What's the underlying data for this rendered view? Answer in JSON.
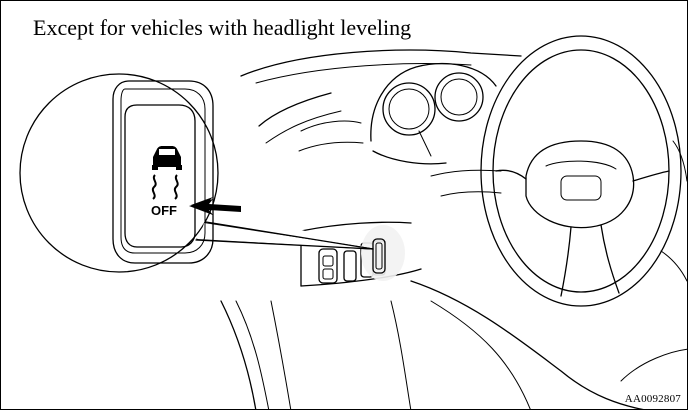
{
  "title": "Except for vehicles with headlight leveling",
  "figure_id": "AA0092807",
  "switch_label": "OFF"
}
